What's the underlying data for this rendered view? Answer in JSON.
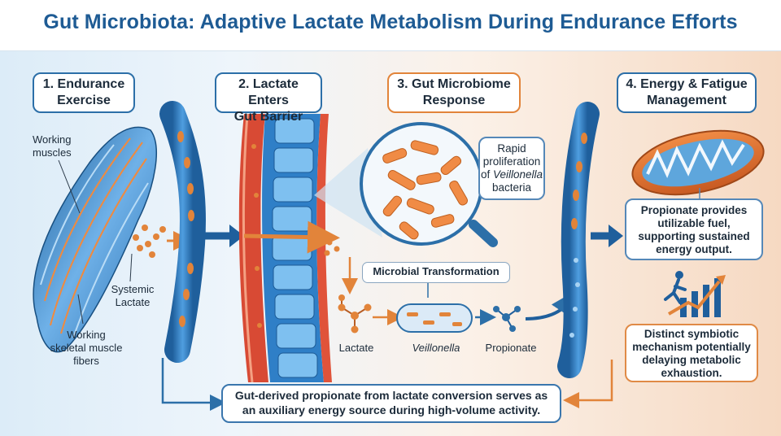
{
  "title": "Gut Microbiota: Adaptive Lactate Metabolism During Endurance Efforts",
  "steps": [
    {
      "line1": "1. Endurance",
      "line2": "Exercise"
    },
    {
      "line1": "2. Lactate Enters",
      "line2": "Gut Barrier"
    },
    {
      "line1": "3. Gut Microbiome",
      "line2": "Response"
    },
    {
      "line1": "4. Energy & Fatigue",
      "line2": "Management"
    }
  ],
  "labels": {
    "working_muscles": [
      "Working",
      "muscles"
    ],
    "systemic_lactate": [
      "Systemic",
      "Lactate"
    ],
    "skeletal_fibers": [
      "Working",
      "skeletal muscle",
      "fibers"
    ],
    "lactate": "Lactate",
    "veillonella": "Veillonella",
    "propionate": "Propionate"
  },
  "callouts": {
    "proliferation_1": "Rapid",
    "proliferation_2": "proliferation",
    "proliferation_3a": "of ",
    "proliferation_3b": "Veillonella",
    "proliferation_4": "bacteria",
    "microbial_transformation": "Microbial Transformation",
    "propionate_fuel": [
      "Propionate provides",
      "utilizable fuel,",
      "supporting sustained",
      "energy output."
    ],
    "symbiotic": [
      "Distinct symbiotic",
      "mechanism potentially",
      "delaying metabolic",
      "exhaustion."
    ],
    "bottom": [
      "Gut-derived propionate from lactate conversion serves as",
      "an auxiliary energy source during high-volume activity."
    ]
  },
  "colors": {
    "title": "#1e5b94",
    "blue_accent": "#2c6fa8",
    "orange_accent": "#e2843a",
    "vessel": "#3a86c8",
    "cell": "#e2843a"
  },
  "icons": [
    "muscle-icon",
    "blood-vessel-icon",
    "gut-wall-icon",
    "magnifier-icon",
    "bacterium-icon",
    "molecule-icon",
    "mitochondrion-icon",
    "runner-chart-icon"
  ]
}
